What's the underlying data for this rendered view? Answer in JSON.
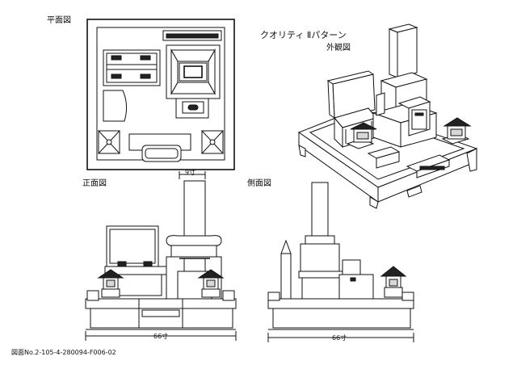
{
  "labels": {
    "plan_view": "平面図",
    "front_view": "正面図",
    "side_view": "側面図",
    "exterior_view": "外観図",
    "pattern_title": "クオリティ Ⅱパターン",
    "front_top_dim": "9寸",
    "front_width_dim": "66寸",
    "side_width_dim": "66寸",
    "drawing_number": "図面No.2-105-4-280094-F006-02"
  }
}
